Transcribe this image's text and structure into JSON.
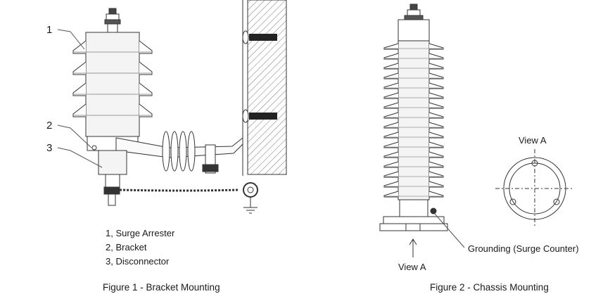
{
  "figure1": {
    "callouts": [
      "1",
      "2",
      "3"
    ],
    "legend": [
      "1, Surge Arrester",
      "2, Bracket",
      "3, Disconnector"
    ],
    "caption": "Figure 1 - Bracket Mounting"
  },
  "figure2": {
    "view_a_detail_label": "View A",
    "grounding_label": "Grounding (Surge Counter)",
    "view_a_arrow_label": "View A",
    "caption": "Figure 2 - Chassis Mounting"
  },
  "colors": {
    "line": "#333333",
    "fill_light": "#f4f4f4",
    "dark": "#222222"
  }
}
